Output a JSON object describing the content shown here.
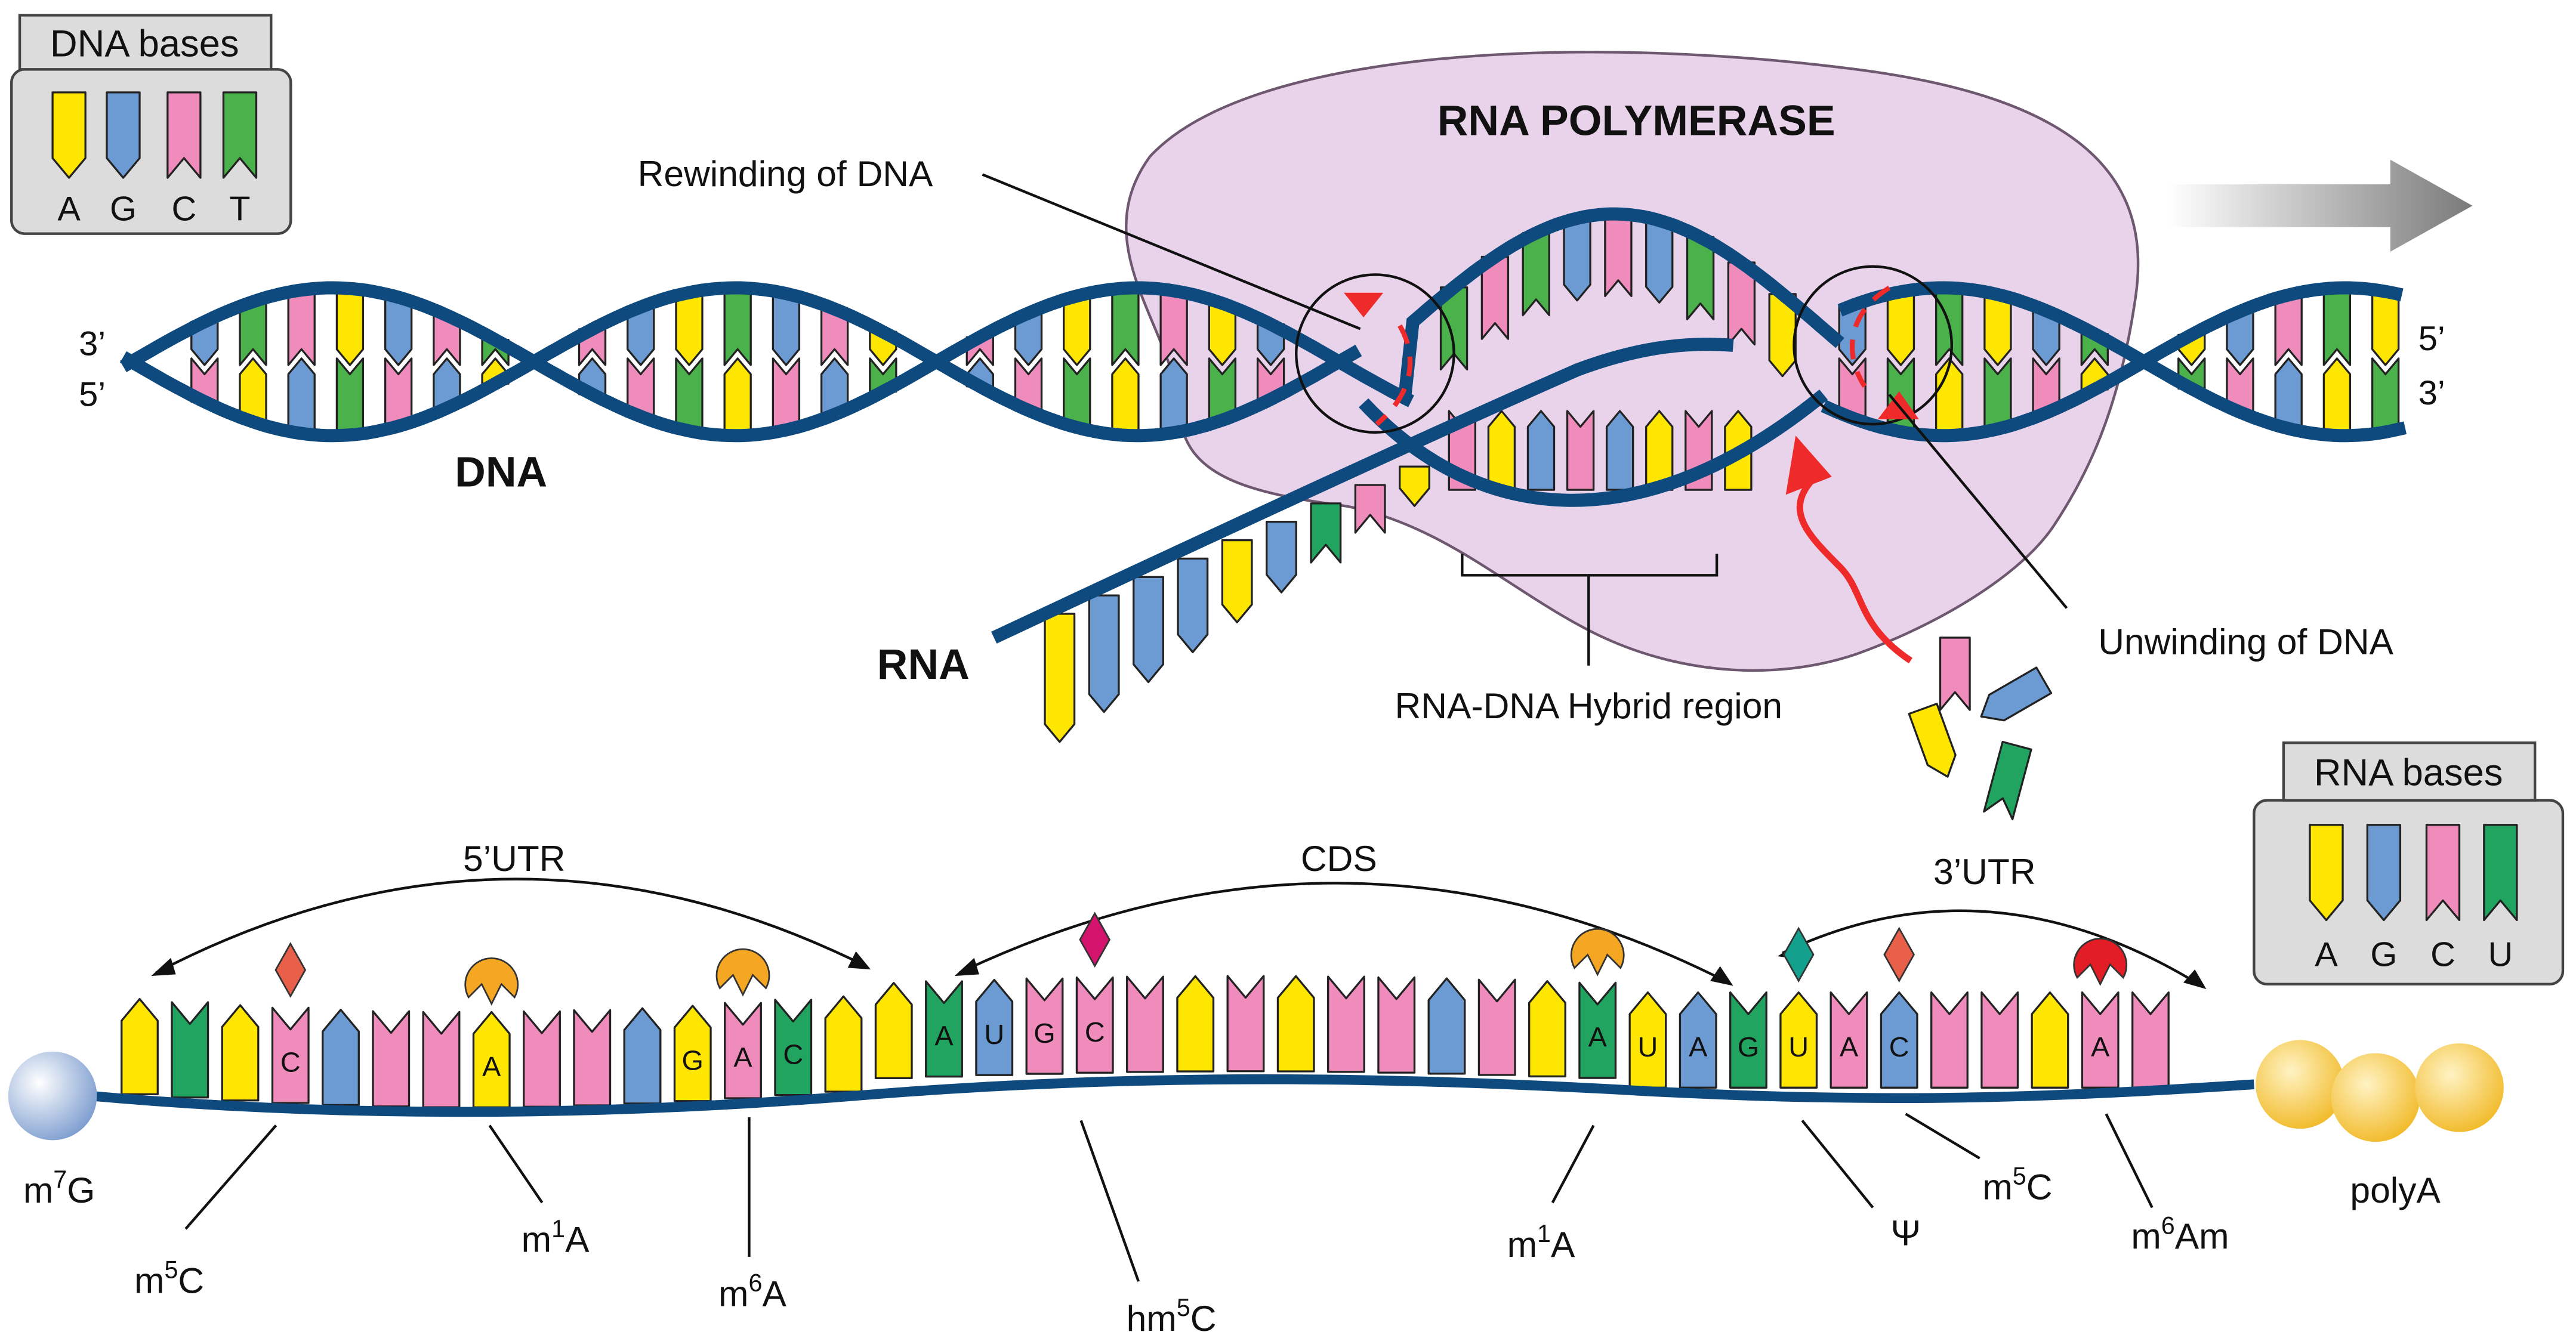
{
  "colors": {
    "A": "#ffe600",
    "G": "#6b9bd2",
    "C": "#f08cbb",
    "T": "#4bb14a",
    "U": "#21a45f",
    "strand": "#0e4a7e",
    "polymerase": "#e8d3ea",
    "polymerase_edge": "#6e5870",
    "mod_red": "#e8604a",
    "mod_orange": "#f5a623",
    "mod_magenta": "#d4146c",
    "mod_teal": "#13a08c",
    "mod_red2": "#e21d25",
    "cap": "#a9c4e6",
    "polyA": "#f7c74a",
    "arrow_red": "#ee2a2a"
  },
  "legend_dna": {
    "title": "DNA bases",
    "letters": [
      "A",
      "G",
      "C",
      "T"
    ]
  },
  "legend_rna": {
    "title": "RNA bases",
    "letters": [
      "A",
      "G",
      "C",
      "U"
    ]
  },
  "labels": {
    "rna_polymerase": "RNA POLYMERASE",
    "rewinding": "Rewinding of DNA",
    "unwinding": "Unwinding of DNA",
    "dna": "DNA",
    "rna": "RNA",
    "hybrid": "RNA-DNA Hybrid region",
    "three_prime_top": "3’",
    "five_prime_bottom": "5’",
    "five_prime_right": "5’",
    "three_prime_right": "3’"
  },
  "mrna": {
    "region_5utr": "5’UTR",
    "region_cds": "CDS",
    "region_3utr": "3’UTR",
    "cap_label": "m",
    "cap_sup": "7",
    "cap_tail": "G",
    "polyA_label": "polyA",
    "mods": [
      {
        "pre": "m",
        "sup": "5",
        "post": "C"
      },
      {
        "pre": "m",
        "sup": "1",
        "post": "A"
      },
      {
        "pre": "m",
        "sup": "6",
        "post": "A"
      },
      {
        "pre": "hm",
        "sup": "5",
        "post": "C"
      },
      {
        "pre": "m",
        "sup": "1",
        "post": "A"
      },
      {
        "pre": "",
        "sup": "",
        "post": "Ψ"
      },
      {
        "pre": "m",
        "sup": "5",
        "post": "C"
      },
      {
        "pre": "m",
        "sup": "6",
        "post": "Am"
      }
    ],
    "base_letters": [
      "C",
      "A",
      "G",
      "A",
      "C",
      "A",
      "U",
      "G",
      "C",
      "A",
      "U",
      "A",
      "G",
      "U",
      "A",
      "C",
      "A"
    ]
  }
}
